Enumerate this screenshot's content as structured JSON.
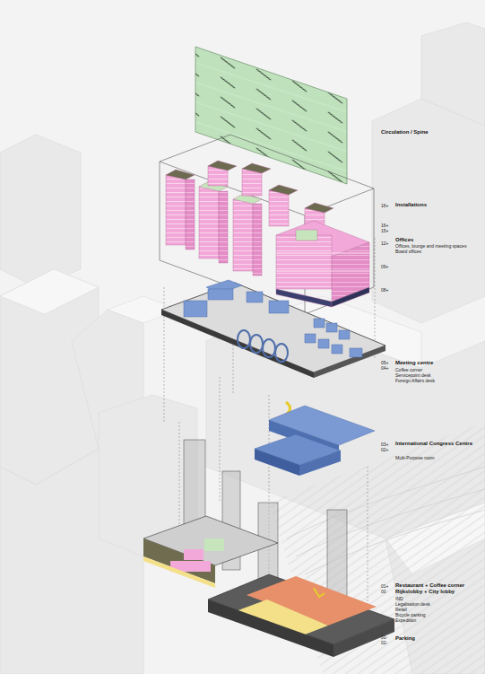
{
  "diagram": {
    "labels": [
      "Circulation / Spine",
      "16+",
      "Installations",
      "16+",
      "15+",
      "Offices",
      "12+",
      "Offices, lounge and meeting spaces",
      "Board offices",
      "09+",
      "08+",
      "05+",
      "04+",
      "Meeting centre",
      "Coffee corner",
      "Servicepoint desk",
      "Foreign Affairs desk",
      "03+",
      "02+",
      "International Congress Centre",
      "Multi-Purpose room",
      "01+",
      "00",
      "Restaurant + Coffee corner",
      "Rijkslobby + City lobby",
      "IND",
      "Legalisation desk",
      "Retail",
      "Bicycle parking",
      "Expedition",
      "01-",
      "02-",
      "Parking"
    ]
  }
}
